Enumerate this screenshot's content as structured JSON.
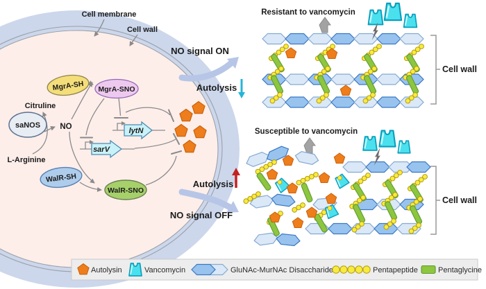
{
  "colors": {
    "band": "#ccd7ec",
    "cytoplasm": "#fdeeea",
    "membrane_line": "#9aa0a8",
    "hex_dark": "#98c3ef",
    "hex_dark_stroke": "#3a77c2",
    "hex_light": "#dbe8f7",
    "hex_light_stroke": "#85aad2",
    "orange": "#ee7d1b",
    "orange_stroke": "#c75e08",
    "yellow": "#f7ec3e",
    "yellow_stroke": "#b5990f",
    "green": "#8dc63f",
    "green_stroke": "#5d9a2d",
    "vanco": "#4ae0ee",
    "vanco_stroke": "#0a9fbc",
    "gene_fill": "#c9f2f8",
    "gene_stroke": "#4b8cb4",
    "mgra_sh_fill": "#f4de79",
    "mgra_sh_stroke": "#8e8348",
    "mgra_sno_fill": "#eec9ef",
    "mgra_sno_stroke": "#9268b4",
    "walr_sh_fill": "#aecdec",
    "walr_sh_stroke": "#5681b2",
    "walr_sno_fill": "#a6d06a",
    "walr_sno_stroke": "#6b7f52",
    "sanos_fill": "#e8ecf3",
    "sanos_stroke": "#5b7290",
    "line": "#8a8a8a",
    "swoosh": "#b7c6e6",
    "gray_arrow": "#a3a3a3",
    "bolt": "#6e6e6e",
    "cyan_arrow": "#25b4d8",
    "red_arrow": "#c42121",
    "legend_bg": "#ededed",
    "legend_border": "#c9c9c9"
  },
  "labels": {
    "cell_membrane": "Cell membrane",
    "cell_wall": "Cell wall",
    "no_signal_on": "NO signal ON",
    "no_signal_off": "NO signal OFF",
    "autolysis": "Autolysis",
    "citruline": "Citruline",
    "no": "NO",
    "l_arginine": "L-Arginine",
    "sanos": "saNOS",
    "mgra_sh": "MgrA-SH",
    "mgra_sno": "MgrA-SNO",
    "walr_sh": "WalR-SH",
    "walr_sno": "WalR-SNO",
    "lytn": "lytN",
    "sarv": "sarV"
  },
  "panels": {
    "resistant_title": "Resistant to vancomycin",
    "susceptible_title": "Susceptible to vancomycin",
    "cell_wall_bracket": "Cell wall"
  },
  "legend": {
    "items": [
      {
        "label": "Autolysin",
        "icon": "autolysin-pentagon-icon"
      },
      {
        "label": "Vancomycin",
        "icon": "vancomycin-icon"
      },
      {
        "label": "GluNAc-MurNAc Disaccharide",
        "icon": "disaccharide-icon"
      },
      {
        "label": "Pentapeptide",
        "icon": "pentapeptide-icon"
      },
      {
        "label": "Pentaglycine",
        "icon": "pentaglycine-icon"
      }
    ]
  }
}
